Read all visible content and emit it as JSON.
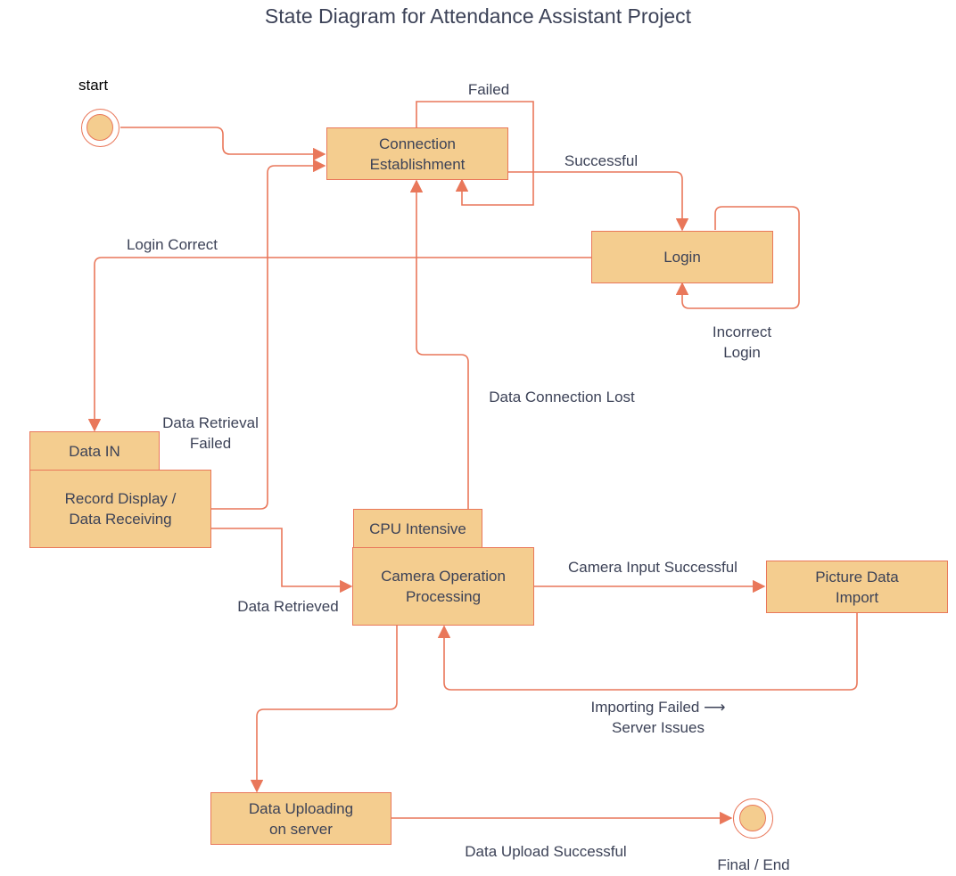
{
  "title": "State Diagram for Attendance Assistant Project",
  "start_label": "start",
  "end_label": "Final / End",
  "states": {
    "connection": "Connection\nEstablishment",
    "login": "Login",
    "data_in_header": "Data IN",
    "record_display": "Record Display /\nData Receiving",
    "cpu_header": "CPU Intensive",
    "camera": "Camera Operation\nProcessing",
    "picture": "Picture Data\nImport",
    "uploading": "Data Uploading\non server"
  },
  "transitions": {
    "failed": "Failed",
    "successful": "Successful",
    "login_correct": "Login Correct",
    "incorrect_login": "Incorrect\nLogin",
    "data_connection_lost": "Data Connection Lost",
    "data_retrieval_failed": "Data Retrieval\nFailed",
    "data_retrieved": "Data Retrieved",
    "camera_input_successful": "Camera Input Successful",
    "importing_failed": "Importing Failed ⟶\nServer Issues",
    "data_upload_successful": "Data Upload Successful"
  },
  "colors": {
    "state_fill": "#f4cd8f",
    "edge": "#e9775a",
    "text": "#3c4257"
  }
}
